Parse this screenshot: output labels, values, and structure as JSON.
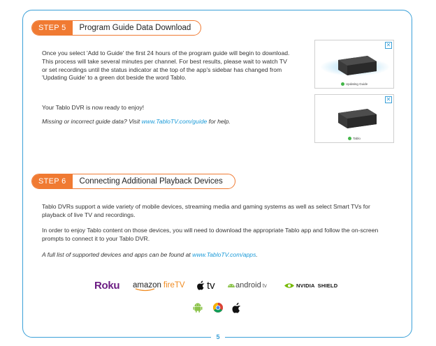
{
  "page_number": "5",
  "step5": {
    "num": "STEP 5",
    "title": "Program Guide Data Download",
    "para1": "Once you select  'Add to Guide' the first 24 hours of the program guide will begin to download. This process will take several minutes per channel. For best results, please wait to watch TV or set recordings until the status indicator at the top of the app's sidebar has changed from 'Updating Guide' to a green dot beside the word Tablo.",
    "para2": "Your Tablo DVR is now ready to enjoy!",
    "para3_prefix": "Missing or incorrect guide data? Visit ",
    "para3_link": "www.TabloTV.com/guide",
    "para3_suffix": " for help.",
    "image1_status": "Updating Guide",
    "image2_status": "Tablo"
  },
  "step6": {
    "num": "STEP 6",
    "title": "Connecting Additional Playback Devices",
    "para1": "Tablo DVRs support a wide variety of mobile devices, streaming media and gaming systems as well as select Smart TVs for playback of live TV and recordings.",
    "para2": "In order to enjoy Tablo content on those devices, you will need to download the appropriate Tablo app and follow the on-screen prompts to connect it to your Tablo DVR.",
    "para3_prefix": "A full list of supported devices and apps can be found at ",
    "para3_link": "www.TabloTV.com/apps",
    "para3_suffix": "."
  },
  "logos": {
    "roku": "Roku",
    "amazon": "amazon",
    "firetv": "fireTV",
    "appletv": "tv",
    "android": "android",
    "androidtv": "tv",
    "nvidia": "NVIDIA",
    "shield": "SHIELD"
  },
  "colors": {
    "accent_orange": "#f07a32",
    "frame_blue": "#3aa0d8",
    "link_blue": "#1a9ad8",
    "status_green": "#43b649"
  },
  "icons": [
    "close-icon",
    "android-icon",
    "chrome-icon",
    "apple-icon"
  ]
}
